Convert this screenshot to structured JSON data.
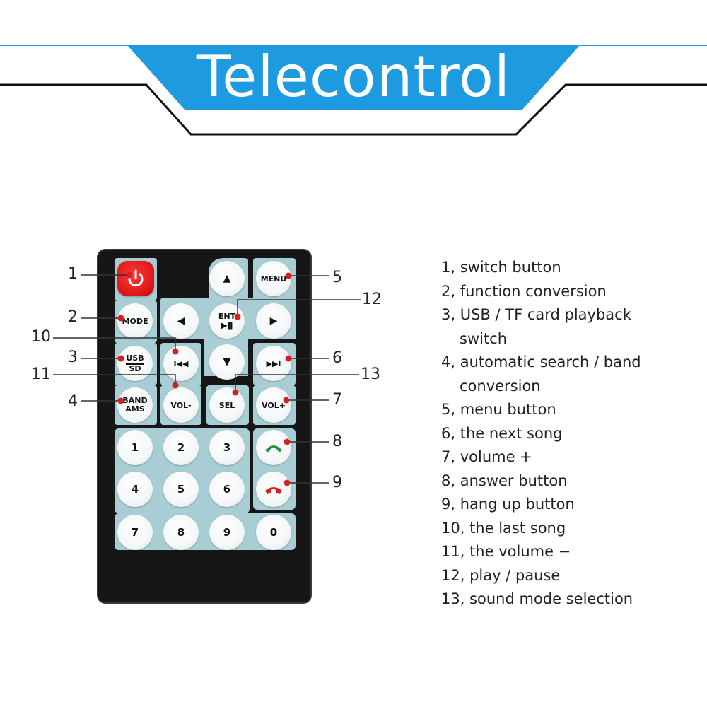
{
  "title": "Telecontrol",
  "colors": {
    "banner": "#1e9be0",
    "panel": "#a9cdd4",
    "marker": "#d81f1f",
    "power": "#e01818"
  },
  "remote": {
    "buttons": {
      "power": {
        "icon": "power-icon"
      },
      "menu": "MENU",
      "mode": "MODE",
      "usb": "USB",
      "sd": "SD",
      "band": "BAND",
      "ams": "AMS",
      "up": "▲",
      "down": "▼",
      "left": "◀",
      "right": "▶",
      "ent": "ENT",
      "play_pause": "▶ǁ",
      "prev": "I◀◀",
      "next": "▶▶I",
      "vol_minus": "VOL-",
      "sel": "SEL",
      "vol_plus": "VOL+",
      "answer": {
        "icon": "phone-answer-icon"
      },
      "hangup": {
        "icon": "phone-hangup-icon"
      },
      "numbers": [
        "1",
        "2",
        "3",
        "4",
        "5",
        "6",
        "7",
        "8",
        "9",
        "0"
      ]
    }
  },
  "callouts": [
    "1",
    "2",
    "3",
    "4",
    "5",
    "6",
    "7",
    "8",
    "9",
    "10",
    "11",
    "12",
    "13"
  ],
  "legend": [
    "1, switch button",
    "2, function conversion",
    "3, USB / TF card playback",
    "switch",
    "4, automatic search / band",
    "conversion",
    "5, menu button",
    "6, the next song",
    "7, volume +",
    "8, answer button",
    "9, hang up button",
    "10, the last song",
    "11, the volume −",
    "12, play / pause",
    "13, sound mode selection"
  ]
}
